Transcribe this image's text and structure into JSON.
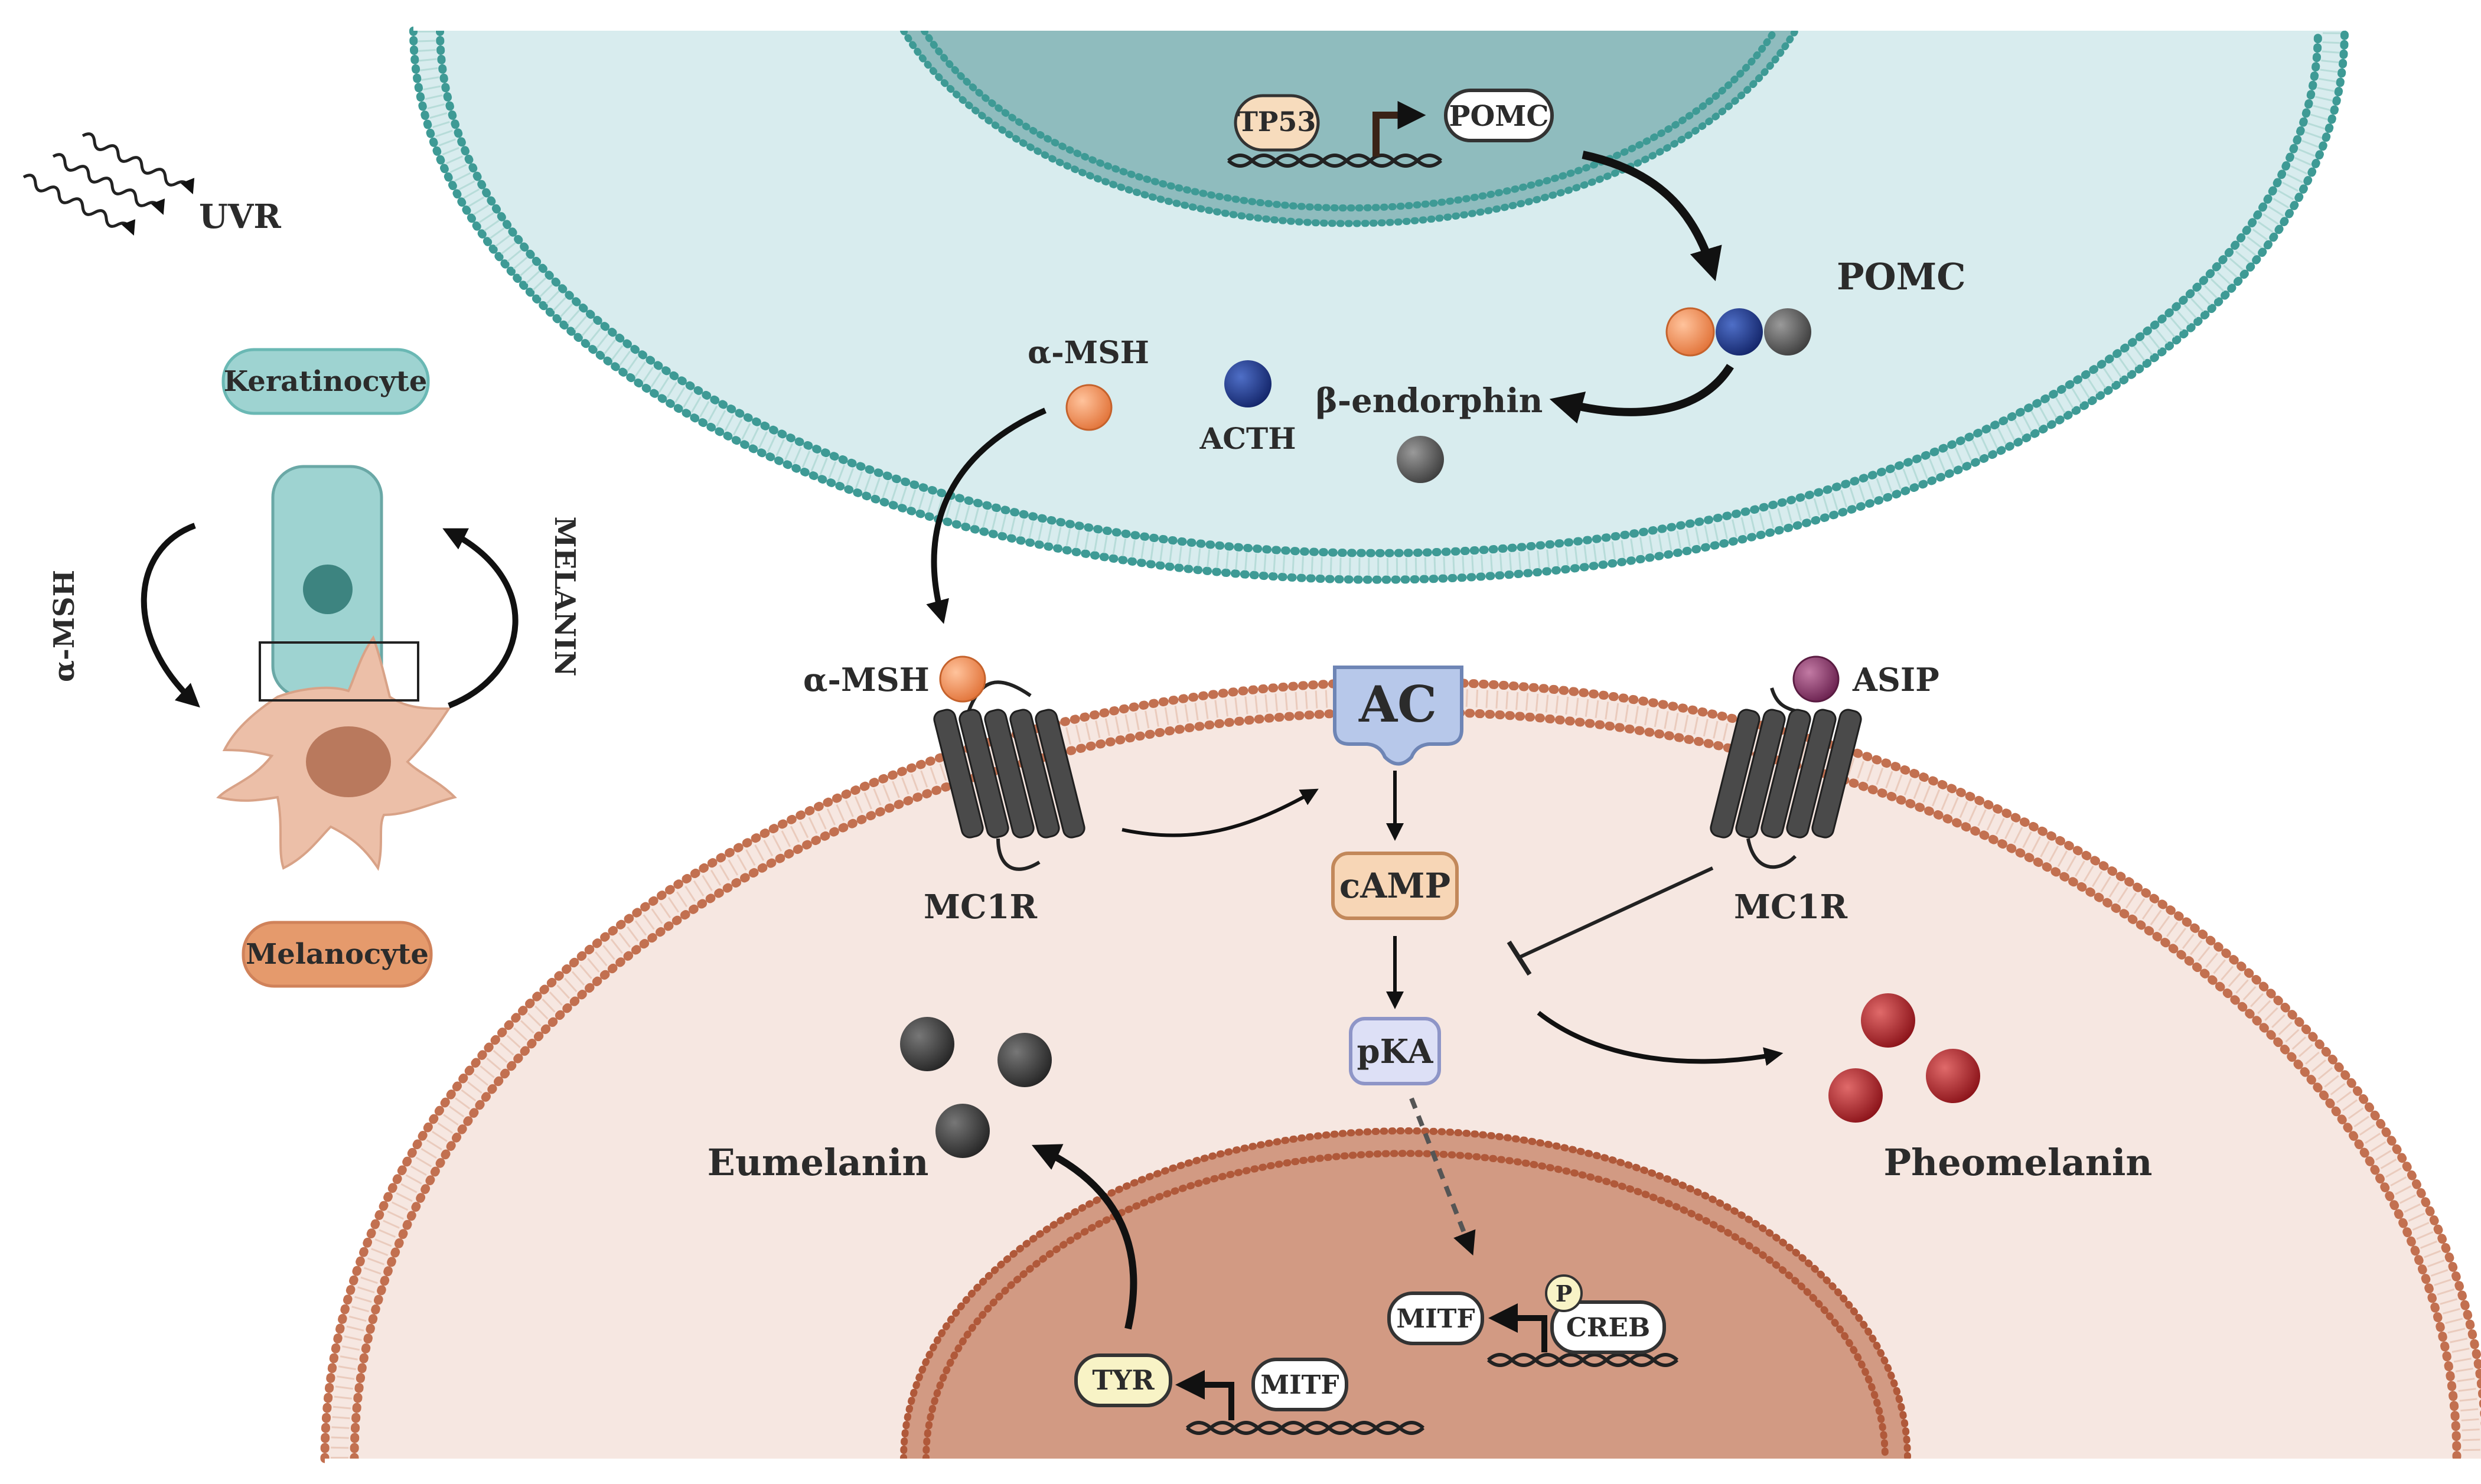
{
  "inset": {
    "uvr": "UVR",
    "keratinocyte": "Keratinocyte",
    "melanocyte": "Melanocyte",
    "alpha_msh": "α-MSH",
    "melanin": "MELANIN"
  },
  "keratinocyte_cell": {
    "tp53": "TP53",
    "pomc_gene": "POMC",
    "pomc_protein": "POMC",
    "alpha_msh": "α-MSH",
    "acth": "ACTH",
    "beta_endorphin": "β-endorphin"
  },
  "melanocyte_cell": {
    "alpha_msh": "α-MSH",
    "mc1r_left": "MC1R",
    "mc1r_right": "MC1R",
    "asip": "ASIP",
    "ac": "AC",
    "camp": "cAMP",
    "pka": "pKA",
    "eumelanin": "Eumelanin",
    "pheomelanin": "Pheomelanin",
    "tyr": "TYR",
    "mitf_lower": "MITF",
    "mitf_right": "MITF",
    "p": "P",
    "creb": "CREB"
  },
  "colors": {
    "kera_outer": "#d8ecee",
    "kera_nucleus": "#8fbcbe",
    "kera_membrane": "#3e9a95",
    "mel_outer": "#f6e7e1",
    "mel_nucleus": "#d29a83",
    "mel_membrane": "#c27050",
    "alpha_msh": "#ef8c55",
    "acth": "#1d3a8a",
    "beta_endorphin": "#555555",
    "asip": "#8a3c6b",
    "eumelanin": "#3d3d3d",
    "pheomelanin": "#b1252a"
  }
}
